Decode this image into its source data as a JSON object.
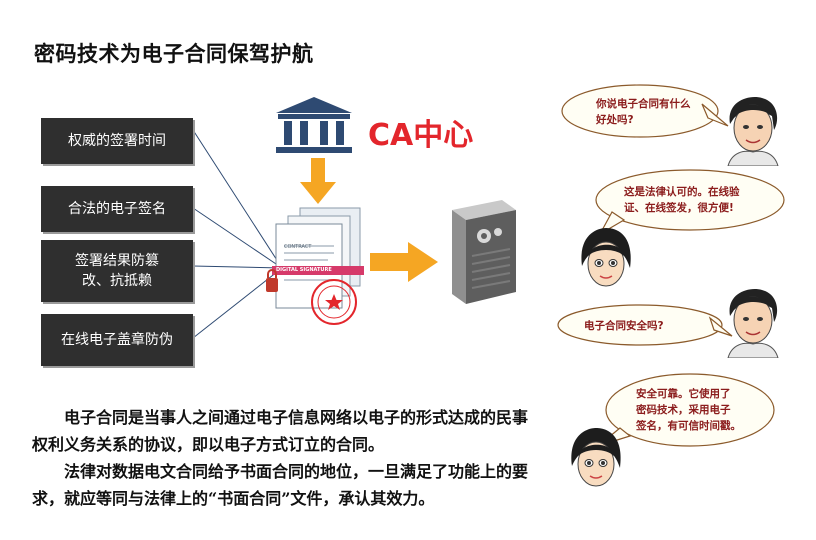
{
  "title": "密码技术为电子合同保驾护航",
  "features": [
    "权威的签署时间",
    "合法的电子签名",
    "签署结果防篡\n改、抗抵赖",
    "在线电子盖章防伪"
  ],
  "ca_label": "CA中心",
  "document": {
    "contract_label": "CONTRACT",
    "signature_label": "DIGITAL SIGNATURE"
  },
  "paragraphs": [
    "电子合同是当事人之间通过电子信息网络以电子的形式达成的民事权利义务关系的协议，即以电子方式订立的合同。",
    "法律对数据电文合同给予书面合同的地位，一旦满足了功能上的要求，就应等同与法律上的“书面合同”文件，承认其效力。"
  ],
  "dialogue": [
    {
      "speaker": "man",
      "text": "你说电子合同有什么\n好处吗?"
    },
    {
      "speaker": "woman",
      "text": "这是法律认可的。在线验\n证、在线签发，很方便!"
    },
    {
      "speaker": "man",
      "text": "电子合同安全吗?"
    },
    {
      "speaker": "woman",
      "text": "安全可靠。它使用了\n密码技术，采用电子\n签名，有可信时间戳。"
    }
  ],
  "colors": {
    "accent": "#e3262c",
    "arrow": "#f5a623",
    "bank": "#2e4a72",
    "box": "#2f2f2f"
  }
}
